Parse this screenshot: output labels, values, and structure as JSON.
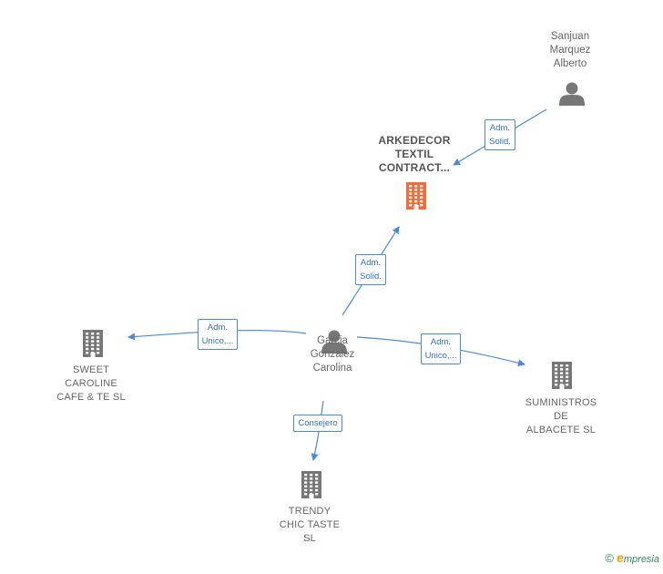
{
  "nodes": {
    "arkedecor": {
      "label": [
        "ARKEDECOR",
        "TEXTIL",
        "CONTRACT..."
      ],
      "type": "company",
      "focus": true,
      "color": "#f26b3a"
    },
    "sanjuan": {
      "label": [
        "Sanjuan",
        "Marquez",
        "Alberto"
      ],
      "type": "person",
      "color": "#777777"
    },
    "garcia": {
      "label": [
        "Garcia",
        "Gonzalez",
        "Carolina"
      ],
      "type": "person",
      "color": "#777777"
    },
    "sweet": {
      "label": [
        "SWEET",
        "CAROLINE",
        "CAFE & TE  SL"
      ],
      "type": "company",
      "color": "#777777"
    },
    "suministros": {
      "label": [
        "SUMINISTROS",
        "DE",
        "ALBACETE  SL"
      ],
      "type": "company",
      "color": "#777777"
    },
    "trendy": {
      "label": [
        "TRENDY",
        "CHIC TASTE",
        "SL"
      ],
      "type": "company",
      "color": "#777777"
    }
  },
  "edges": [
    {
      "from": "sanjuan",
      "to": "arkedecor",
      "label": [
        "Adm.",
        "Solid."
      ]
    },
    {
      "from": "garcia",
      "to": "arkedecor",
      "label": [
        "Adm.",
        "Solid."
      ]
    },
    {
      "from": "garcia",
      "to": "sweet",
      "label": [
        "Adm.",
        "Unico,..."
      ]
    },
    {
      "from": "garcia",
      "to": "suministros",
      "label": [
        "Adm.",
        "Unico,..."
      ]
    },
    {
      "from": "garcia",
      "to": "trendy",
      "label": [
        "Consejero"
      ]
    }
  ],
  "edge_color": "#4a8ad8",
  "brand": {
    "symbol": "©",
    "initial": "e",
    "rest": "mpresia"
  }
}
